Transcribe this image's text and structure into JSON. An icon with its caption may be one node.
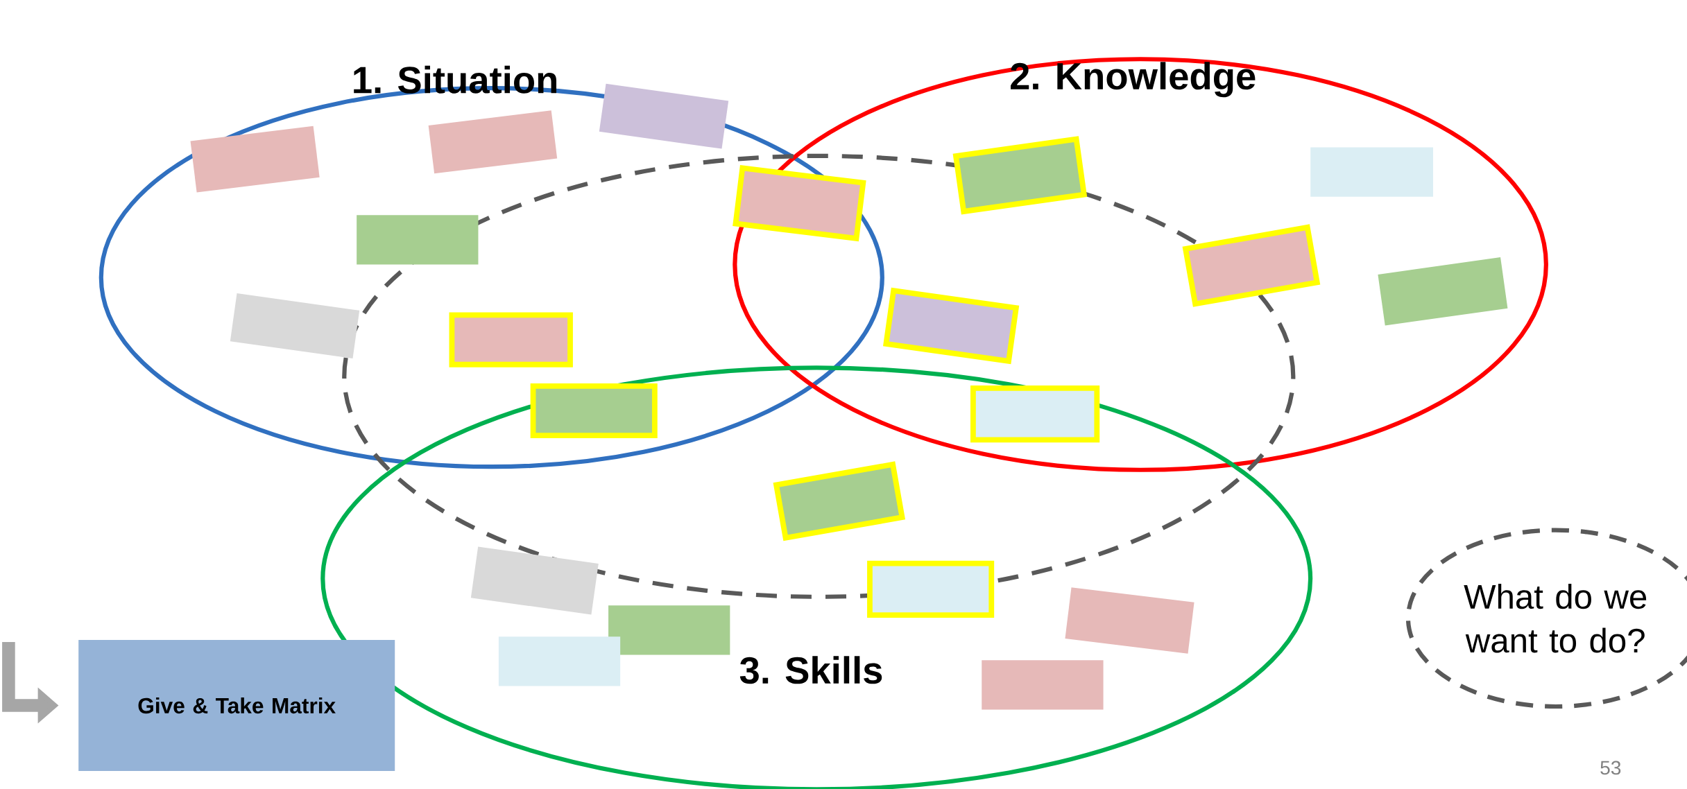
{
  "diagram": {
    "nodes": [
      {
        "text": [
          "1. Situation"
        ]
      },
      {
        "text": [
          "2. Knowledge"
        ]
      },
      {
        "text": [],
        "shape": "ellipse"
      },
      {
        "text": [
          "3. Skills"
        ]
      },
      {
        "text": [
          "Give & Take Matrix"
        ]
      },
      {
        "text": [
          "What do we want to do?"
        ]
      },
      {
        "text": [],
        "shape": "box",
        "in": 0
      },
      {
        "text": [],
        "shape": "box",
        "in": 0
      },
      {
        "text": [],
        "shape": "box",
        "in": 0
      },
      {
        "text": [],
        "shape": "box",
        "in": 0
      },
      {
        "text": [],
        "shape": "box",
        "in": 0
      },
      {
        "text": [],
        "shape": "box"
      },
      {
        "text": [],
        "shape": "box"
      },
      {
        "text": [],
        "shape": "box"
      },
      {
        "text": [],
        "shape": "box",
        "in": 1
      },
      {
        "text": [],
        "shape": "box",
        "in": 1
      },
      {
        "text": [],
        "shape": "box",
        "in": 1
      },
      {
        "text": [],
        "shape": "box",
        "in": 1
      },
      {
        "text": [],
        "shape": "box"
      },
      {
        "text": [],
        "shape": "box"
      },
      {
        "text": [],
        "shape": "box"
      },
      {
        "text": [],
        "shape": "box",
        "in": 3
      },
      {
        "text": [],
        "shape": "box",
        "in": 3
      },
      {
        "text": [],
        "shape": "box",
        "in": 3
      },
      {
        "text": [],
        "shape": "box",
        "in": 3
      },
      {
        "text": [],
        "shape": "box",
        "in": 3
      },
      {
        "text": [],
        "shape": "box",
        "in": 3
      }
    ],
    "edges": [
      {
        "from": null,
        "to": 4,
        "arrow": "to",
        "color": "#a6a6a6"
      }
    ],
    "labels": [
      "53"
    ]
  }
}
